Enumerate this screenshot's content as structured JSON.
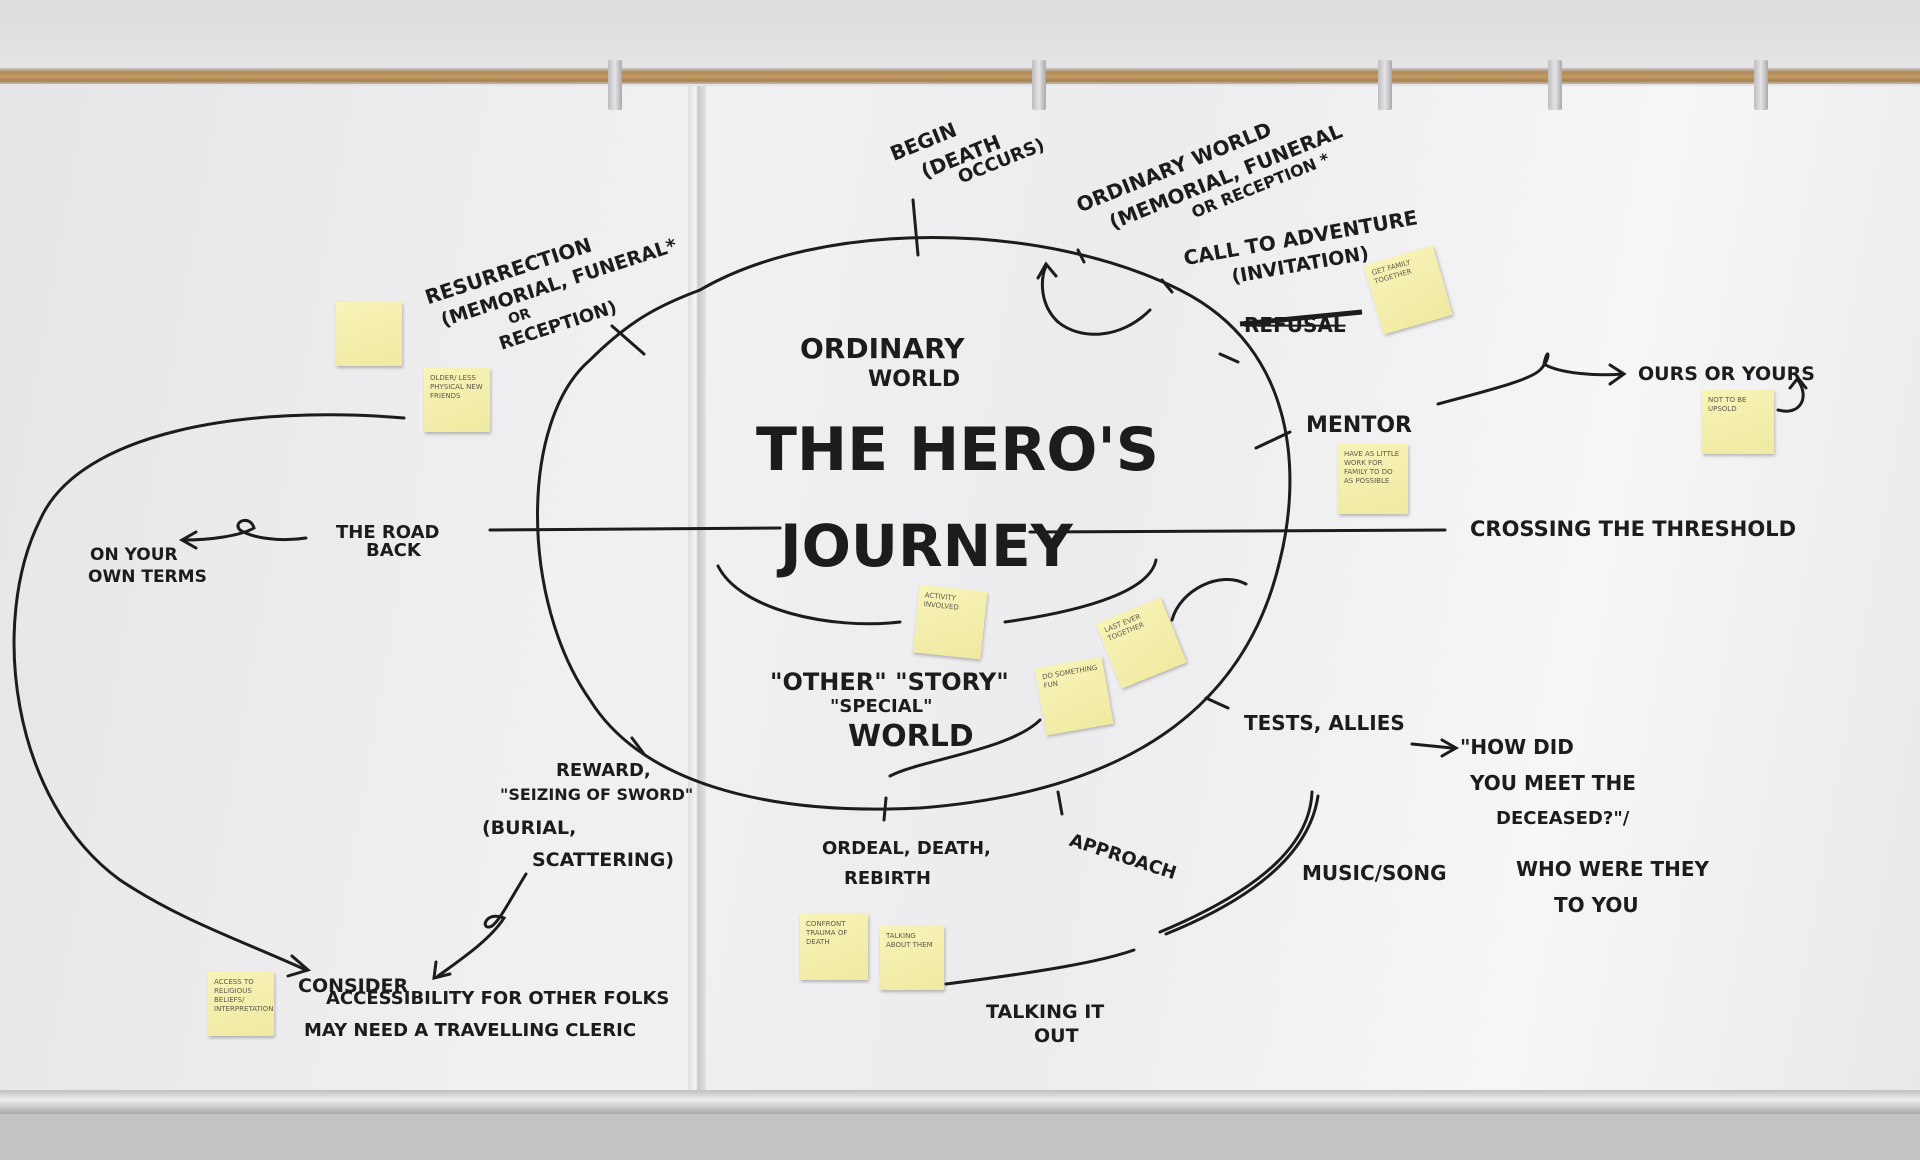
{
  "center": {
    "ordinary_world_1": "ORDINARY",
    "ordinary_world_2": "WORLD",
    "title_1": "THE HERO'S",
    "title_2": "JOURNEY",
    "other_world_1": "\"OTHER\" \"STORY\"",
    "other_world_2": "\"SPECIAL\"",
    "other_world_3": "WORLD"
  },
  "stages": {
    "begin_1": "BEGIN",
    "begin_2": "(DEATH",
    "begin_3": "OCCURS)",
    "ordinary_1": "ORDINARY WORLD",
    "ordinary_2": "(MEMORIAL, FUNERAL",
    "ordinary_3": "OR RECEPTION *",
    "call_1": "CALL TO ADVENTURE",
    "call_2": "(INVITATION)",
    "refusal": "REFUSAL",
    "mentor": "MENTOR",
    "ours": "OURS OR YOURS",
    "threshold": "CROSSING THE THRESHOLD",
    "tests": "TESTS, ALLIES",
    "how_1": "\"HOW DID",
    "how_2": "YOU MEET THE",
    "how_3": "DECEASED?\"/",
    "who_1": "WHO WERE THEY",
    "who_2": "TO YOU",
    "music": "MUSIC/SONG",
    "approach": "APPROACH",
    "ordeal_1": "ORDEAL, DEATH,",
    "ordeal_2": "REBIRTH",
    "talking_1": "TALKING IT",
    "talking_2": "OUT",
    "reward_1": "REWARD,",
    "reward_2": "\"SEIZING OF SWORD\"",
    "burial_1": "(BURIAL,",
    "burial_2": "SCATTERING)",
    "consider_1": "CONSIDER",
    "consider_2": "ACCESSIBILITY FOR OTHER FOLKS",
    "consider_3": "MAY NEED A TRAVELLING CLERIC",
    "road_1": "THE ROAD",
    "road_2": "BACK",
    "terms_1": "ON YOUR",
    "terms_2": "OWN TERMS",
    "resurrection_1": "RESURRECTION",
    "resurrection_2": "(MEMORIAL, FUNERAL*",
    "resurrection_3": "OR",
    "resurrection_4": "RECEPTION)"
  },
  "stickies": {
    "get_family": "GET FAMILY TOGETHER",
    "not_upsold": "NOT TO BE UPSOLD",
    "mentor_note": "HAVE AS LITTLE WORK FOR FAMILY TO DO AS POSSIBLE",
    "last_ever": "LAST EVER TOGETHER",
    "activity": "ACTIVITY INVOLVED",
    "something": "DO SOMETHING FUN",
    "confront": "CONFRONT TRAUMA OF DEATH",
    "talking_note": "TALKING ABOUT THEM",
    "older": "OLDER/ LESS PHYSICAL NEW FRIENDS",
    "top_left": "",
    "bottom_left": "ACCESS TO RELIGIOUS BELIEFS/ INTERPRETATION"
  },
  "colors": {
    "ink": "#1c1c1c",
    "sticky": "#f4efaa",
    "board": "#eeeeef",
    "rail": "#c49a63"
  }
}
